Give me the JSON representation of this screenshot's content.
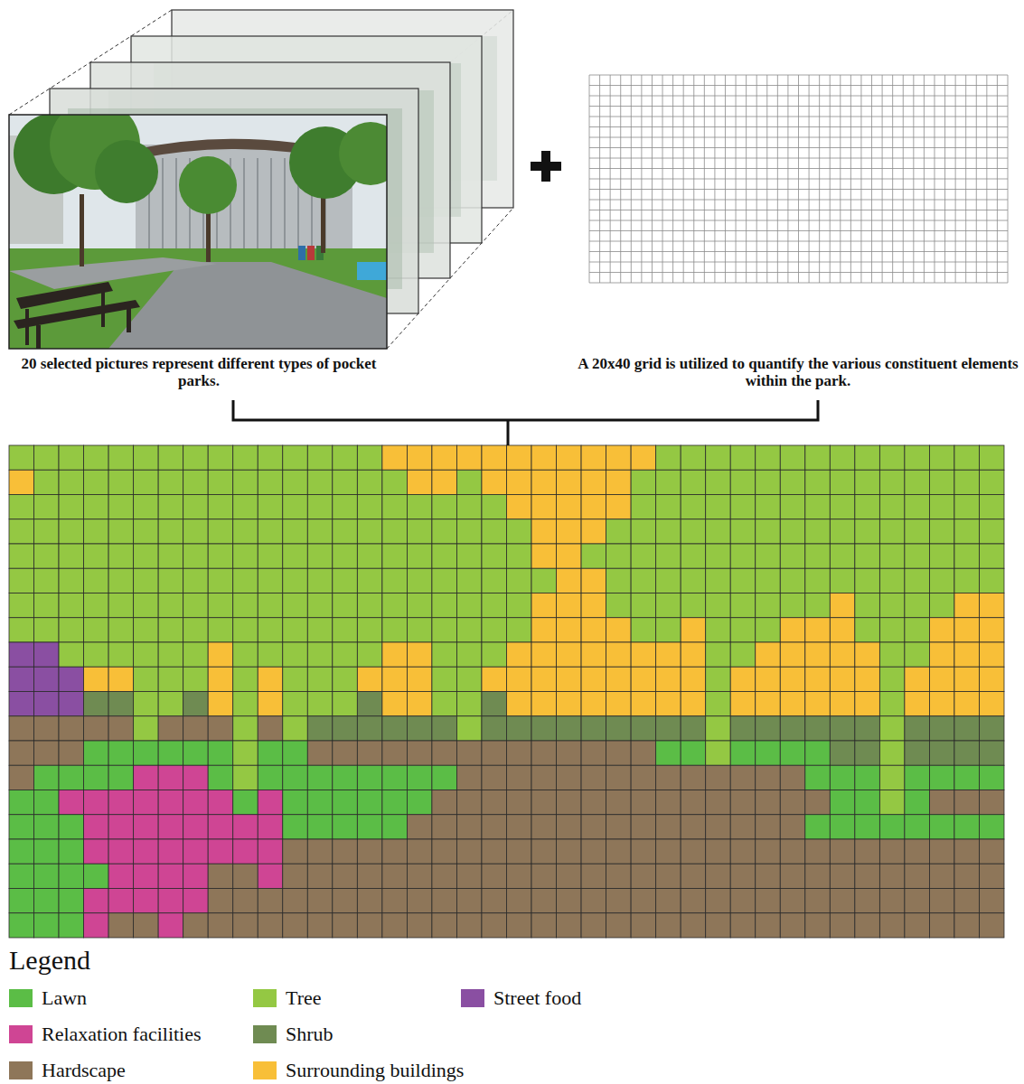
{
  "diagram": {
    "labels": [
      "20 selected pictures represent different types of pocket parks.",
      "A 20x40 grid is utilized to quantify the various constituent elements within the park.",
      "Legend"
    ],
    "legend": [
      {
        "text": "Lawn",
        "color": "#5bbd46"
      },
      {
        "text": "Tree",
        "color": "#94c843"
      },
      {
        "text": "Street food",
        "color": "#8a4fa2"
      },
      {
        "text": "Relaxation facilities",
        "color": "#cf4594"
      },
      {
        "text": "Shrub",
        "color": "#6f8b52"
      },
      {
        "text": "Hardscape",
        "color": "#8e7659"
      },
      {
        "text": "Surrounding buildings",
        "color": "#f8bf38"
      }
    ]
  }
}
